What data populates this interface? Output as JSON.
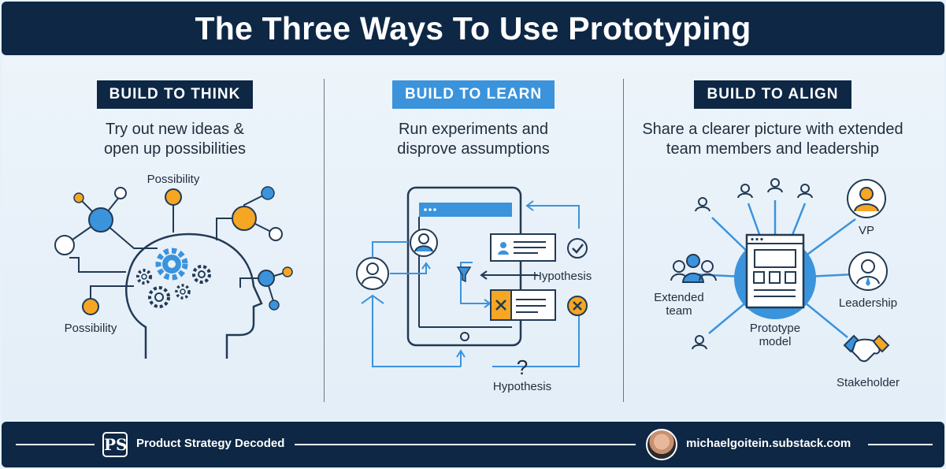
{
  "title": "The Three Ways To Use Prototyping",
  "columns": [
    {
      "badge": "BUILD TO THINK",
      "subtitle_line1": "Try out new ideas &",
      "subtitle_line2": "open up possibilities",
      "labels": {
        "top": "Possibility",
        "left": "Possibility"
      }
    },
    {
      "badge": "BUILD TO LEARN",
      "subtitle_line1": "Run experiments and",
      "subtitle_line2": "disprove assumptions",
      "labels": {
        "hypothesis_right": "Hypothesis",
        "hypothesis_bottom": "Hypothesis",
        "question": "?"
      }
    },
    {
      "badge": "BUILD TO ALIGN",
      "subtitle_line1": "Share a clearer picture with extended",
      "subtitle_line2": "team members and leadership",
      "labels": {
        "vp": "VP",
        "leadership": "Leadership",
        "stakeholder": "Stakeholder",
        "extended_line1": "Extended",
        "extended_line2": "team",
        "prototype_line1": "Prototype",
        "prototype_line2": "model"
      }
    }
  ],
  "footer": {
    "brand": "Product Strategy Decoded",
    "site": "michaelgoitein.substack.com",
    "logo_letters": "PS"
  },
  "colors": {
    "navy": "#0d2745",
    "blue": "#3b93dc",
    "orange": "#f5a623",
    "background": "#e7f1f9"
  }
}
